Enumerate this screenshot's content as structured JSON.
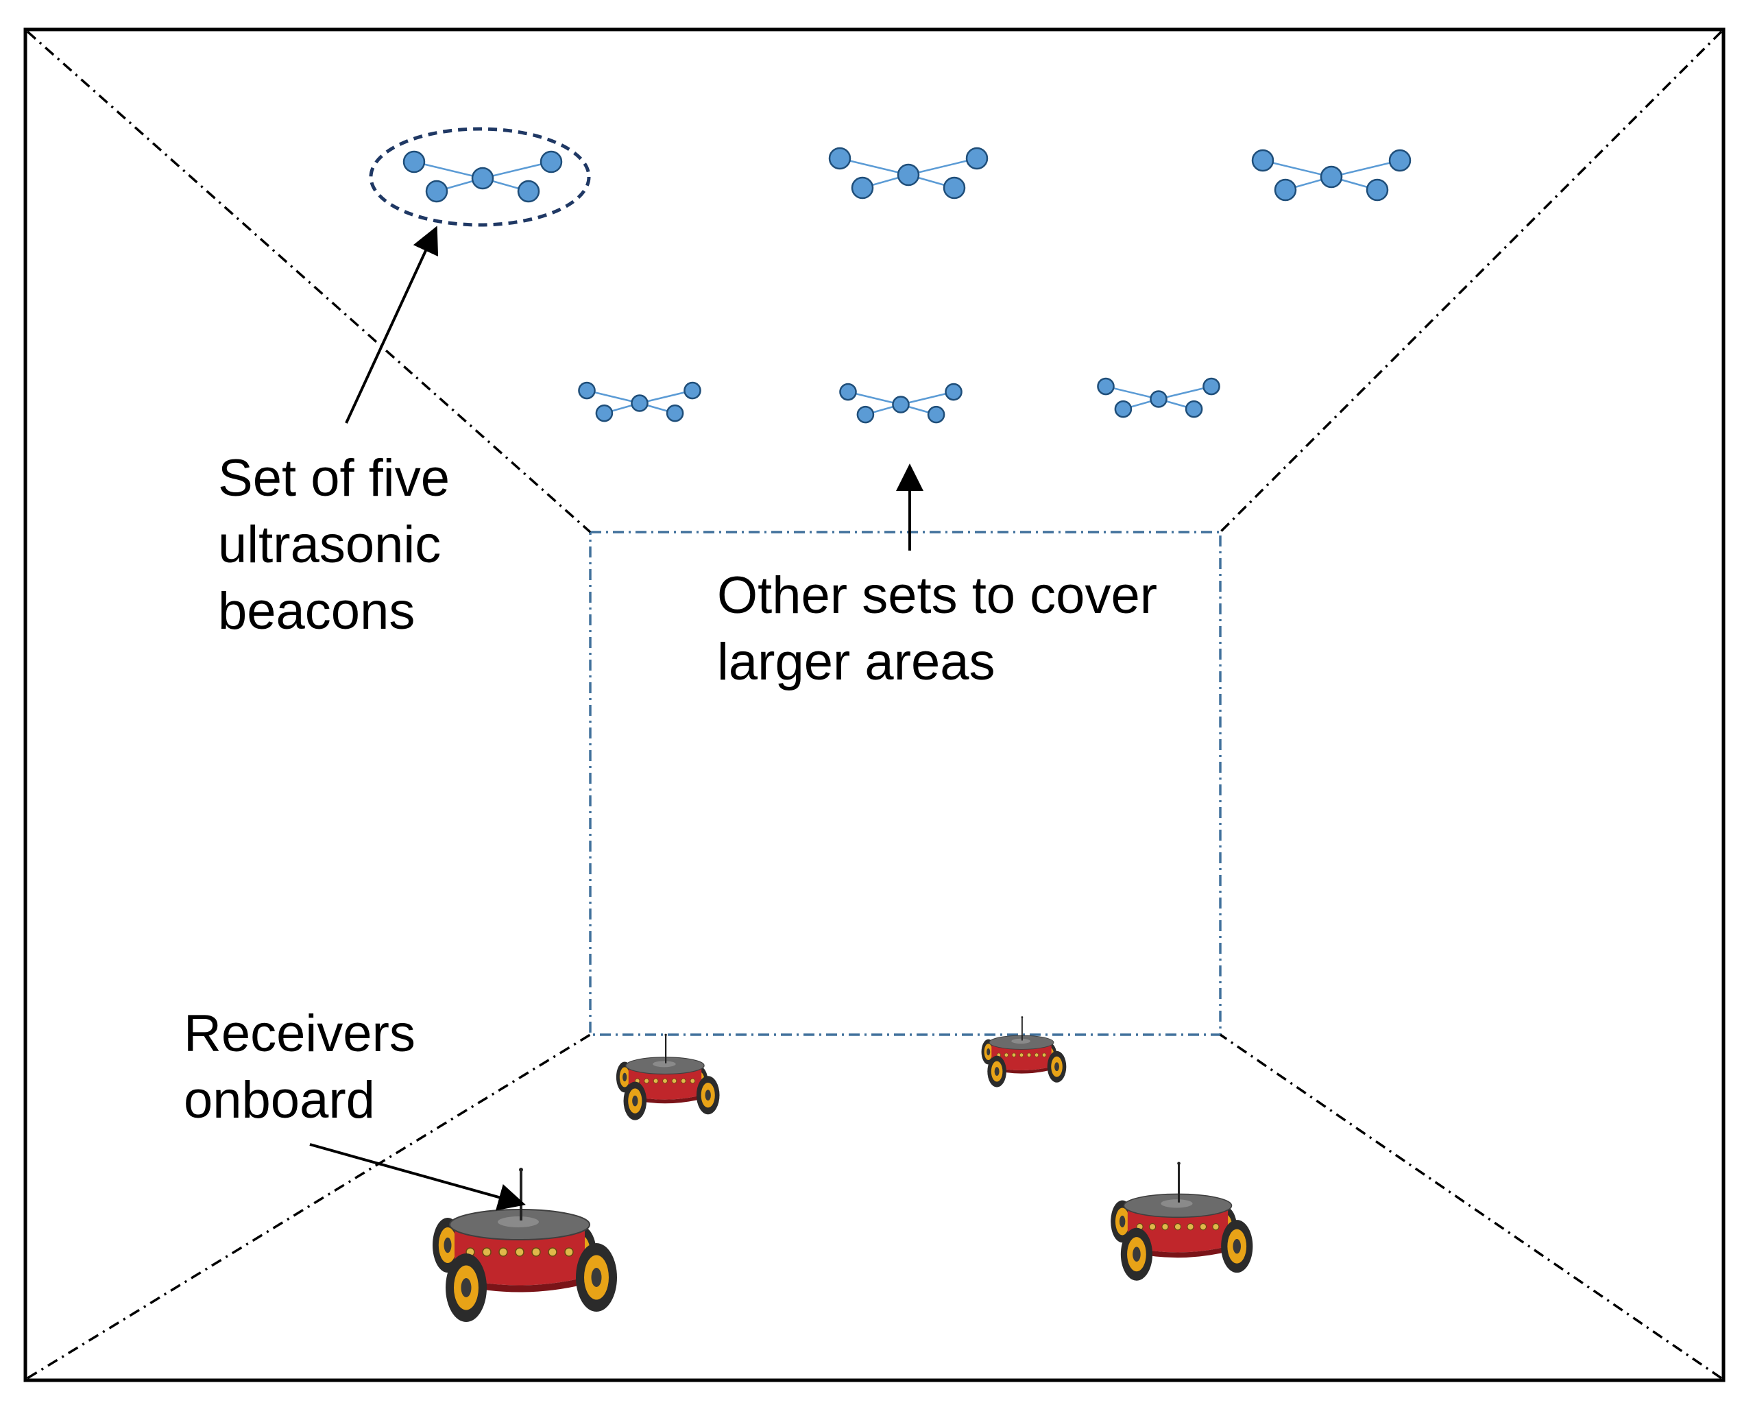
{
  "labels": {
    "beacon_set": [
      "Set of five",
      "ultrasonic",
      "beacons"
    ],
    "other_sets": [
      "Other sets to cover",
      "larger areas"
    ],
    "receivers": [
      "Receivers",
      "onboard"
    ]
  },
  "beacon_sets": {
    "count": 6,
    "beacons_per_set": 5
  },
  "robots": {
    "count": 4
  },
  "colors": {
    "beacon_fill": "#5b9bd5",
    "beacon_stroke": "#1f4e79",
    "beacon_link": "#5b9bd5",
    "highlight_ellipse": "#1f3864",
    "back_wall": "#41719c",
    "room_edges": "#000000",
    "robot_body": "#c0262b",
    "robot_top": "#6b6b6b",
    "wheel_tire": "#2b2b2b",
    "wheel_hub": "#e8a317"
  }
}
